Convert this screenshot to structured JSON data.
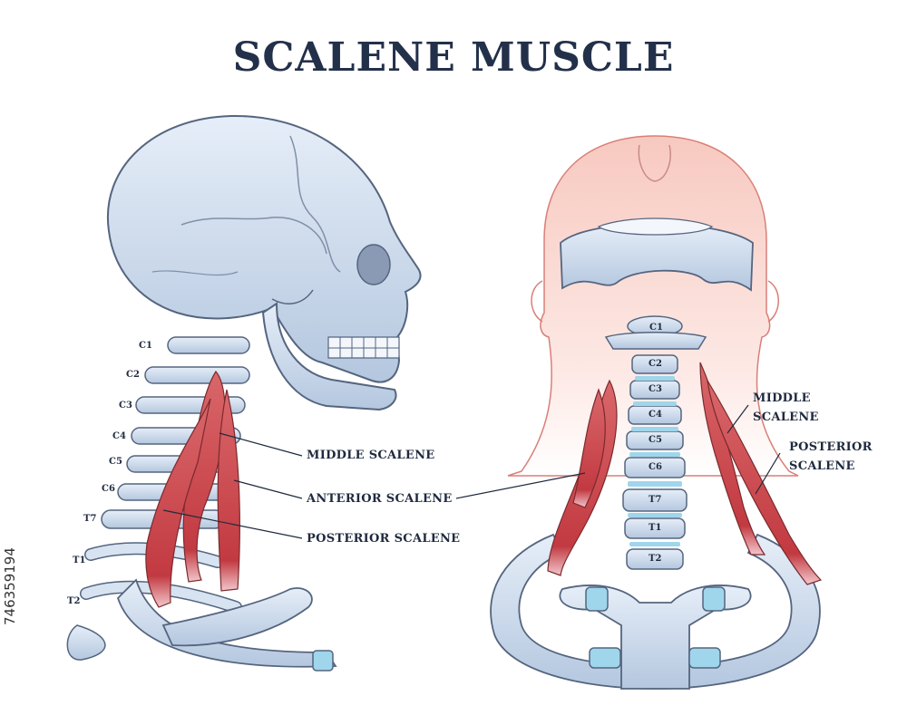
{
  "title": "SCALENE MUSCLE",
  "stock_id": "746359194",
  "colors": {
    "title": "#23304a",
    "bone": "#c9d8ea",
    "bone_stroke": "#55657f",
    "disc": "#9fd6ec",
    "muscle": "#c9444a",
    "skin": "#f6d5cf"
  },
  "side_view": {
    "vertebrae": [
      "C1",
      "C2",
      "C3",
      "C4",
      "C5",
      "C6",
      "T7",
      "T1",
      "T2"
    ],
    "labels": {
      "middle": "MIDDLE SCALENE",
      "anterior": "ANTERIOR SCALENE",
      "posterior": "POSTERIOR SCALENE"
    }
  },
  "front_view": {
    "vertebrae": [
      "C1",
      "C2",
      "C3",
      "C4",
      "C5",
      "C6",
      "T7",
      "T1",
      "T2"
    ],
    "labels": {
      "middle_line1": "MIDDLE",
      "middle_line2": "SCALENE",
      "posterior_line1": "POSTERIOR",
      "posterior_line2": "SCALENE"
    }
  }
}
